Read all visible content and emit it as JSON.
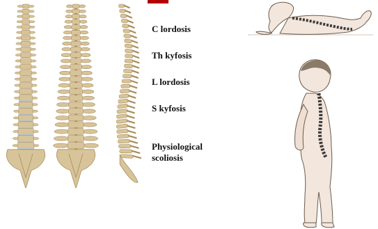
{
  "labels": {
    "cervical": "C lordosis",
    "thoracic": "Th kyfosis",
    "lumbar": "L lordosis",
    "sacral": "S kyfosis",
    "scoliosis_line1": "Physiological",
    "scoliosis_line2": "scoliosis"
  },
  "colors": {
    "bone": "#d8c49a",
    "bone_shadow": "#a88d5a",
    "disc": "#b9c3c6",
    "skin": "#f3e6dc",
    "outline": "#6b5a4c",
    "spine_child": "#3a3a3a",
    "accent_red": "#b00000"
  }
}
